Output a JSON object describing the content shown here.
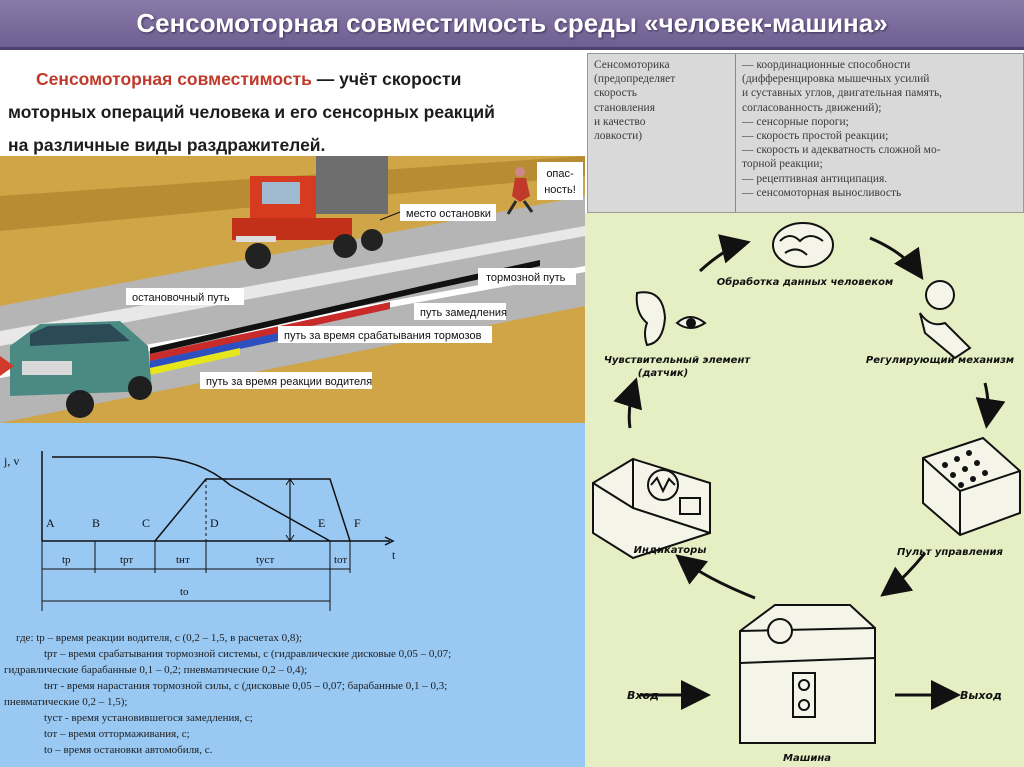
{
  "title": "Сенсомоторная совместимость среды «человек-машина»",
  "intro": {
    "term": "Сенсомоторная совместимость",
    "line1_rest": " — учёт скорости",
    "line2": "моторных операций человека и его сенсорных реакций",
    "line3": "на различные виды раздражителей."
  },
  "road": {
    "danger_label": "опас-\nность!",
    "labels": {
      "stop_place": "место остановки",
      "brake_path": "тормозной путь",
      "stopping_path": "остановочный путь",
      "decel_path": "путь замедления",
      "brake_response_path": "путь за время срабатывания тормозов",
      "reaction_path": "путь за время реакции водителя"
    }
  },
  "graph": {
    "y_label": "j, v",
    "x_label": "t",
    "points": [
      "A",
      "B",
      "C",
      "D",
      "E",
      "F"
    ],
    "intervals": [
      "tp",
      "tрт",
      "tнт",
      "tуст",
      "tот"
    ],
    "total": "to"
  },
  "legend": [
    "где: tр – время реакции водителя, с (0,2 – 1,5, в расчетах 0,8);",
    "tрт – время срабатывания тормозной системы, с (гидравлические дисковые 0,05 – 0,07;",
    "гидравлические барабанные 0,1 – 0,2; пневматические 0,2 – 0,4);",
    "tнт - время нарастания тормозной силы, с (дисковые 0,05 – 0,07; барабанные 0,1 – 0,3;",
    "пневматические 0,2 – 1,5);",
    "tуст - время установившегося замедления, с;",
    "tот – время оттормаживания, с;",
    "tо – время остановки автомобиля, с."
  ],
  "table": {
    "left": [
      "Сенсомоторика",
      "(предопределяет",
      "скорость",
      "становления",
      "и качество",
      "ловкости)"
    ],
    "right": [
      "— координационные способности",
      "(дифференцировка мышечных усилий",
      "и суставных углов, двигательная память,",
      "согласованность движений);",
      "— сенсорные пороги;",
      "— скорость простой реакции;",
      "— скорость и адекватность сложной мо-",
      "торной реакции;",
      "— рецептивная антиципация.",
      "— сенсомоторная выносливость"
    ]
  },
  "cycle": {
    "processing": "Обработка данных человеком",
    "regulating": "Регулирующий механизм",
    "sensor": "Чувствительный элемент",
    "sensor_sub": "(датчик)",
    "indicators": "Индикаторы",
    "control_panel": "Пульт управления",
    "machine": "Машина",
    "input": "Вход",
    "output": "Выход"
  }
}
